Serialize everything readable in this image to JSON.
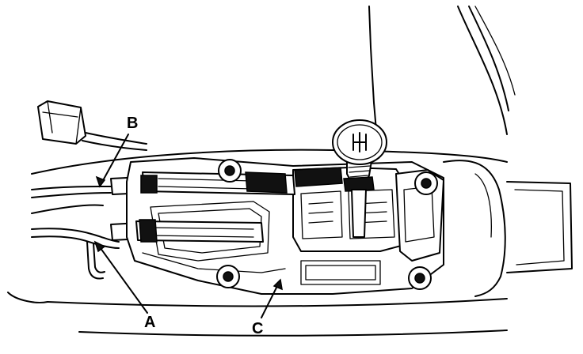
{
  "diagram": {
    "callouts": [
      {
        "id": "A",
        "label": "A"
      },
      {
        "id": "B",
        "label": "B"
      },
      {
        "id": "C",
        "label": "C"
      }
    ],
    "knob_pattern_icon": "gear-shift-pattern-icon",
    "line_color": "#000000",
    "background_color": "#ffffff"
  }
}
